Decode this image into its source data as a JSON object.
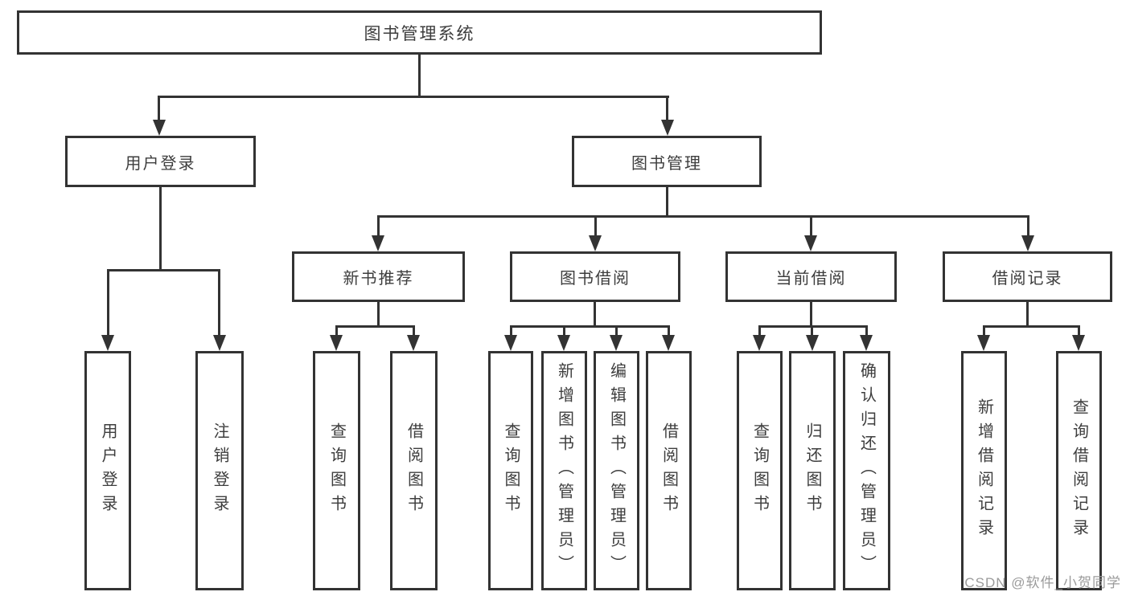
{
  "diagram": {
    "title": "图书管理系统",
    "level2": {
      "user_login": "用户登录",
      "book_mgmt": "图书管理"
    },
    "level3": {
      "new_book": "新书推荐",
      "book_borrow": "图书借阅",
      "current_borrow": "当前借阅",
      "borrow_record": "借阅记录"
    },
    "leaves": {
      "ul_login": "用户登录",
      "ul_logout": "注销登录",
      "nb_query": "查询图书",
      "nb_borrow": "借阅图书",
      "bb_query": "查询图书",
      "bb_add": "新增图书（管理员）",
      "bb_edit": "编辑图书（管理员）",
      "bb_borrow": "借阅图书",
      "cb_query": "查询图书",
      "cb_return": "归还图书",
      "cb_confirm": "确认归还（管理员）",
      "br_add": "新增借阅记录",
      "br_query": "查询借阅记录"
    }
  },
  "watermark": "CSDN @软件_小贺同学",
  "colors": {
    "line": "#333333",
    "text": "#3d3d3d",
    "watermark": "#9b9b9b",
    "background": "#ffffff"
  }
}
